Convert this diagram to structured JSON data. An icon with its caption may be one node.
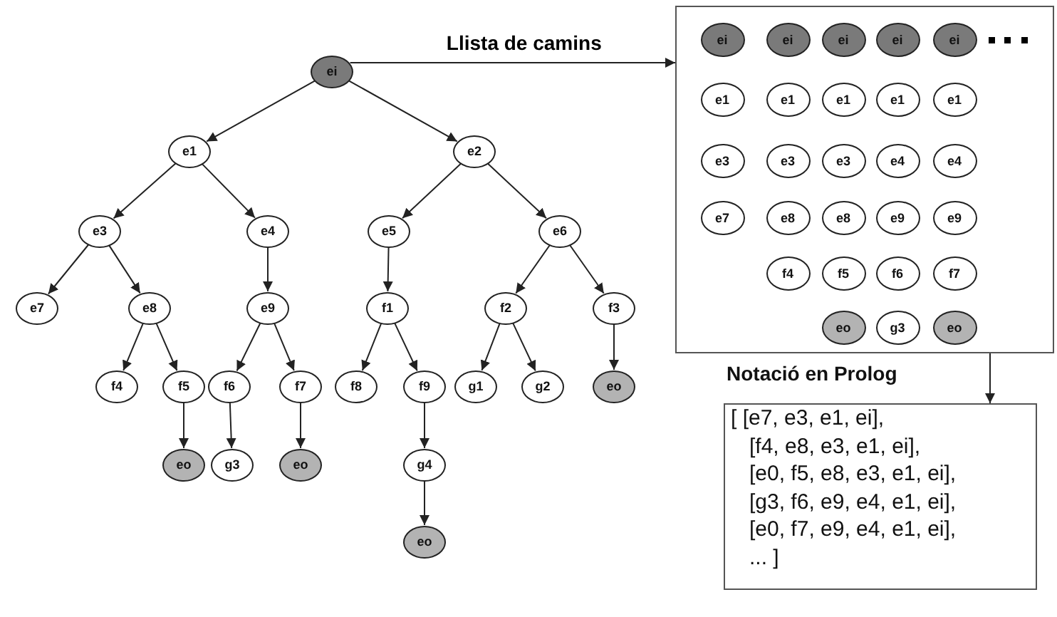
{
  "diagram": {
    "nodes": [
      {
        "text": [
          "ei"
        ]
      },
      {
        "text": [
          "e1"
        ]
      },
      {
        "text": [
          "e2"
        ]
      },
      {
        "text": [
          "e3"
        ]
      },
      {
        "text": [
          "e4"
        ]
      },
      {
        "text": [
          "e5"
        ]
      },
      {
        "text": [
          "e6"
        ]
      },
      {
        "text": [
          "e7"
        ]
      },
      {
        "text": [
          "e8"
        ]
      },
      {
        "text": [
          "e9"
        ]
      },
      {
        "text": [
          "f1"
        ]
      },
      {
        "text": [
          "f2"
        ]
      },
      {
        "text": [
          "f3"
        ]
      },
      {
        "text": [
          "f4"
        ]
      },
      {
        "text": [
          "f5"
        ]
      },
      {
        "text": [
          "f6"
        ]
      },
      {
        "text": [
          "f7"
        ]
      },
      {
        "text": [
          "f8"
        ]
      },
      {
        "text": [
          "f9"
        ]
      },
      {
        "text": [
          "g1"
        ]
      },
      {
        "text": [
          "g2"
        ]
      },
      {
        "text": [
          "eo"
        ]
      },
      {
        "text": [
          "eo"
        ]
      },
      {
        "text": [
          "g3"
        ]
      },
      {
        "text": [
          "eo"
        ]
      },
      {
        "text": [
          "g4"
        ]
      },
      {
        "text": [
          "eo"
        ]
      },
      {
        "text": [],
        "shape": "box"
      },
      {
        "text": [
          "ei"
        ],
        "in": 27
      },
      {
        "text": [
          "ei"
        ],
        "in": 27
      },
      {
        "text": [
          "ei"
        ],
        "in": 27
      },
      {
        "text": [
          "ei"
        ],
        "in": 27
      },
      {
        "text": [
          "ei"
        ],
        "in": 27
      },
      {
        "text": [
          "e1"
        ],
        "in": 27
      },
      {
        "text": [
          "e1"
        ],
        "in": 27
      },
      {
        "text": [
          "e1"
        ],
        "in": 27
      },
      {
        "text": [
          "e1"
        ],
        "in": 27
      },
      {
        "text": [
          "e1"
        ],
        "in": 27
      },
      {
        "text": [
          "e3"
        ],
        "in": 27
      },
      {
        "text": [
          "e3"
        ],
        "in": 27
      },
      {
        "text": [
          "e3"
        ],
        "in": 27
      },
      {
        "text": [
          "e4"
        ],
        "in": 27
      },
      {
        "text": [
          "e4"
        ],
        "in": 27
      },
      {
        "text": [
          "e7"
        ],
        "in": 27
      },
      {
        "text": [
          "e8"
        ],
        "in": 27
      },
      {
        "text": [
          "e8"
        ],
        "in": 27
      },
      {
        "text": [
          "e9"
        ],
        "in": 27
      },
      {
        "text": [
          "e9"
        ],
        "in": 27
      },
      {
        "text": [
          "f4"
        ],
        "in": 27
      },
      {
        "text": [
          "f5"
        ],
        "in": 27
      },
      {
        "text": [
          "f6"
        ],
        "in": 27
      },
      {
        "text": [
          "f7"
        ],
        "in": 27
      },
      {
        "text": [
          "eo"
        ],
        "in": 27
      },
      {
        "text": [
          "g3"
        ],
        "in": 27
      },
      {
        "text": [
          "eo"
        ],
        "in": 27
      },
      {
        "text": [
          "Notació en Prolog",
          "[ [e7, e3, e1, ei],",
          "[f4, e8, e3, e1, ei],",
          "[e0, f5, e8, e3, e1, ei],",
          "[g3, f6, e9, e4, e1, ei],",
          "[e0, f7, e9, e4, e1, ei],",
          "... ]"
        ]
      }
    ],
    "edges": [
      {
        "from": 0,
        "to": 1,
        "arrow": "to"
      },
      {
        "from": 0,
        "to": 2,
        "arrow": "to"
      },
      {
        "from": 1,
        "to": 3,
        "arrow": "to"
      },
      {
        "from": 1,
        "to": 4,
        "arrow": "to"
      },
      {
        "from": 2,
        "to": 5,
        "arrow": "to"
      },
      {
        "from": 2,
        "to": 6,
        "arrow": "to"
      },
      {
        "from": 3,
        "to": 7,
        "arrow": "to"
      },
      {
        "from": 3,
        "to": 8,
        "arrow": "to"
      },
      {
        "from": 4,
        "to": 9,
        "arrow": "to"
      },
      {
        "from": 5,
        "to": 10,
        "arrow": "to"
      },
      {
        "from": 6,
        "to": 11,
        "arrow": "to"
      },
      {
        "from": 6,
        "to": 12,
        "arrow": "to"
      },
      {
        "from": 8,
        "to": 13,
        "arrow": "to"
      },
      {
        "from": 8,
        "to": 14,
        "arrow": "to"
      },
      {
        "from": 9,
        "to": 15,
        "arrow": "to"
      },
      {
        "from": 9,
        "to": 16,
        "arrow": "to"
      },
      {
        "from": 10,
        "to": 17,
        "arrow": "to"
      },
      {
        "from": 10,
        "to": 18,
        "arrow": "to"
      },
      {
        "from": 11,
        "to": 19,
        "arrow": "to"
      },
      {
        "from": 11,
        "to": 20,
        "arrow": "to"
      },
      {
        "from": 12,
        "to": 21,
        "arrow": "to"
      },
      {
        "from": 14,
        "to": 22,
        "arrow": "to"
      },
      {
        "from": 15,
        "to": 23,
        "arrow": "to"
      },
      {
        "from": 16,
        "to": 24,
        "arrow": "to"
      },
      {
        "from": 18,
        "to": 25,
        "arrow": "to"
      },
      {
        "from": 25,
        "to": 26,
        "arrow": "to"
      },
      {
        "from": 0,
        "to": 27,
        "arrow": "to",
        "label": "Llista de camins"
      },
      {
        "from": 27,
        "to": 55,
        "arrow": "to"
      }
    ]
  }
}
